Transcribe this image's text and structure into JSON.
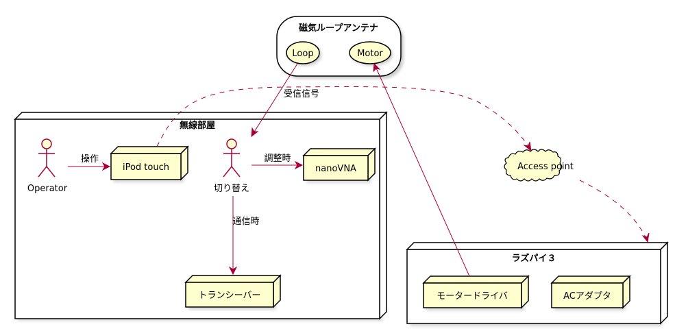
{
  "colors": {
    "node_fill": "#FEFECE",
    "edge": "#A80036",
    "border": "#000000"
  },
  "containers": {
    "antenna": {
      "title": "磁気ループアンテナ",
      "children": {
        "loop": "Loop",
        "motor": "Motor"
      }
    },
    "radio_room": {
      "title": "無線部屋"
    },
    "raspi": {
      "title": "ラズパイ３"
    }
  },
  "actors": {
    "operator": "Operator",
    "switch": "切り替え"
  },
  "nodes": {
    "ipod": "iPod touch",
    "nanovna": "nanoVNA",
    "transceiver": "トランシーバー",
    "motor_driver": "モータードライバ",
    "ac_adapter": "ACアダプタ"
  },
  "clouds": {
    "access_point": "Access point"
  },
  "edges": {
    "operate": "操作",
    "received_signal": "受信信号",
    "tuning": "調整時",
    "communicating": "通信時"
  }
}
